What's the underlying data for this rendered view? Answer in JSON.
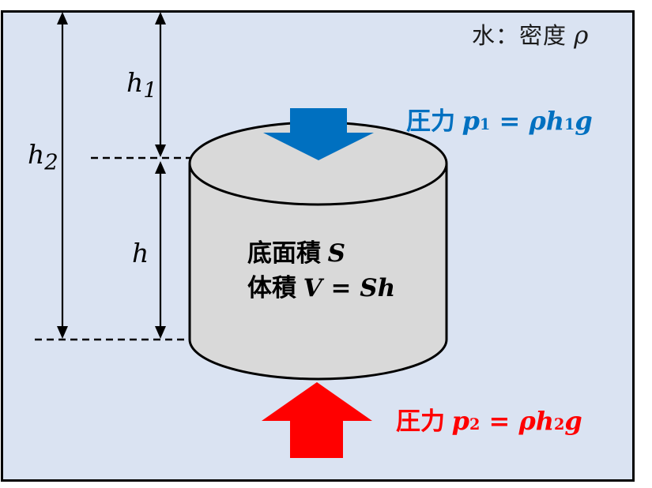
{
  "colors": {
    "page_background": "#ffffff",
    "diagram_background": "#dae3f2",
    "frame_border": "#000000",
    "cylinder_fill": "#d9d9d9",
    "outline": "#000000",
    "arrow_blue": "#0070c0",
    "arrow_red": "#ff0000",
    "pressure_top_text": "#0070c0",
    "pressure_bottom_text": "#ff0000"
  },
  "water_label": {
    "text": "水：密度",
    "symbol": "ρ"
  },
  "pressure_top": {
    "word": "圧力",
    "var": "p",
    "var_sub": "1",
    "equals": " = ",
    "rho": "ρ",
    "h": "h",
    "h_sub": "1",
    "g": "g"
  },
  "pressure_bottom": {
    "word": "圧力",
    "var": "p",
    "var_sub": "2",
    "equals": " = ",
    "rho": "ρ",
    "h": "h",
    "h_sub": "2",
    "g": "g"
  },
  "cylinder": {
    "area_label": "底面積",
    "area_symbol": "S",
    "volume_label": "体積",
    "volume_symbol": "V",
    "equals": " = ",
    "volume_rhs": "Sh"
  },
  "measurements": {
    "h1_base": "h",
    "h1_sub": "1",
    "h2_base": "h",
    "h2_sub": "2",
    "h_base": "h"
  }
}
